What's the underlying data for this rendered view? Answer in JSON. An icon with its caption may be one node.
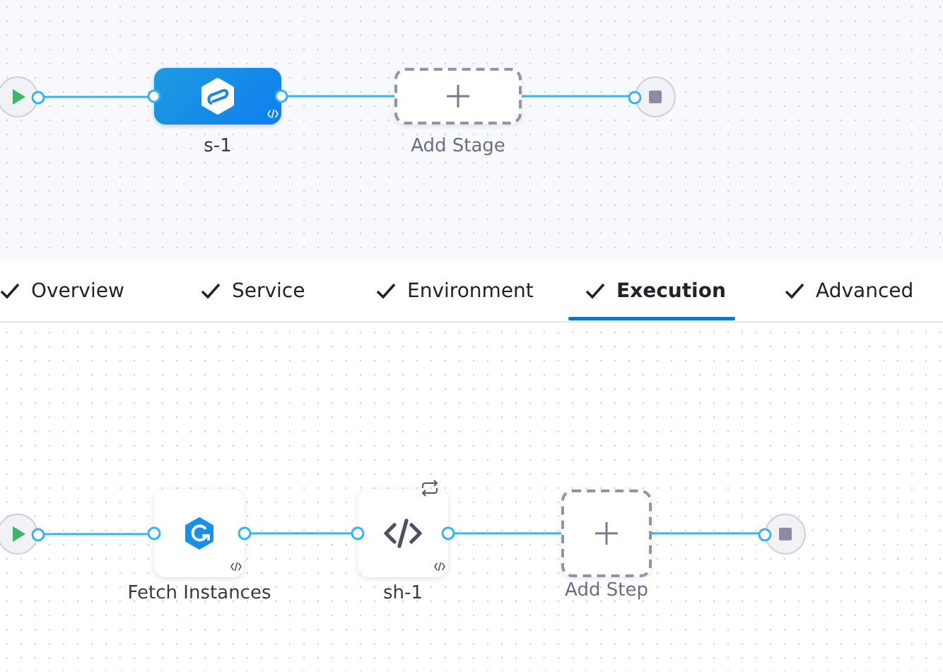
{
  "diagram": {
    "nodes": [
      {
        "text": [],
        "shape": "circle"
      },
      {
        "text": [
          "s-1"
        ]
      },
      {
        "text": [
          "Add Stage"
        ]
      },
      {
        "text": [],
        "shape": "circle"
      },
      {
        "text": [],
        "shape": "circle"
      },
      {
        "text": [
          "Fetch Instances"
        ]
      },
      {
        "text": [
          "sh-1"
        ]
      },
      {
        "text": [
          "Add Step"
        ]
      },
      {
        "text": [],
        "shape": "circle"
      }
    ],
    "edges": [
      {
        "from": 0,
        "to": 1,
        "arrow": "none"
      },
      {
        "from": 1,
        "to": 2,
        "arrow": "none"
      },
      {
        "from": 2,
        "to": 3,
        "arrow": "none"
      },
      {
        "from": 4,
        "to": 5,
        "arrow": "none"
      },
      {
        "from": 5,
        "to": 6,
        "arrow": "none"
      },
      {
        "from": 6,
        "to": 7,
        "arrow": "none"
      },
      {
        "from": 7,
        "to": 8,
        "arrow": "none"
      }
    ],
    "labels": [
      "Overview",
      "Service",
      "Environment",
      "Execution",
      "Advanced"
    ]
  }
}
